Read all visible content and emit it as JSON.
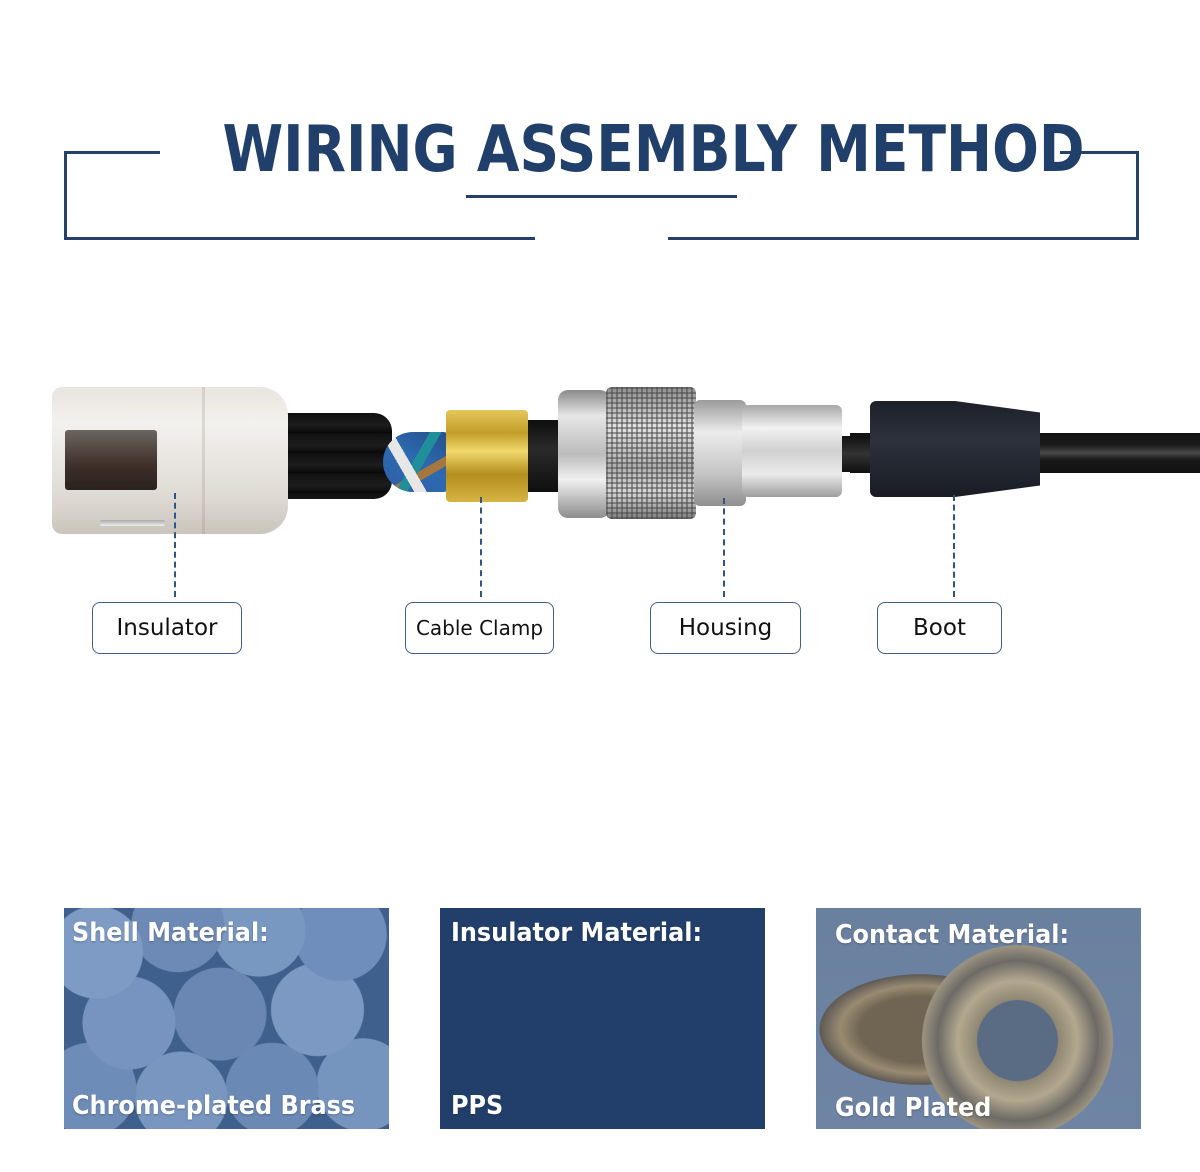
{
  "header": {
    "title": "WIRING ASSEMBLY METHOD",
    "frame_color": "#25416b"
  },
  "diagram": {
    "parts": [
      {
        "id": "insulator",
        "label": "Insulator"
      },
      {
        "id": "cable-clamp",
        "label": "Cable Clamp"
      },
      {
        "id": "housing",
        "label": "Housing"
      },
      {
        "id": "boot",
        "label": "Boot"
      }
    ],
    "leader_color": "#2f5587"
  },
  "materials": [
    {
      "title": "Shell Material:",
      "value": "Chrome-plated Brass"
    },
    {
      "title": "Insulator Material:",
      "value": "PPS"
    },
    {
      "title": "Contact  Material:",
      "value": "Gold Plated"
    }
  ],
  "colors": {
    "brand_navy": "#223f6b",
    "title_text": "#213f6b"
  }
}
